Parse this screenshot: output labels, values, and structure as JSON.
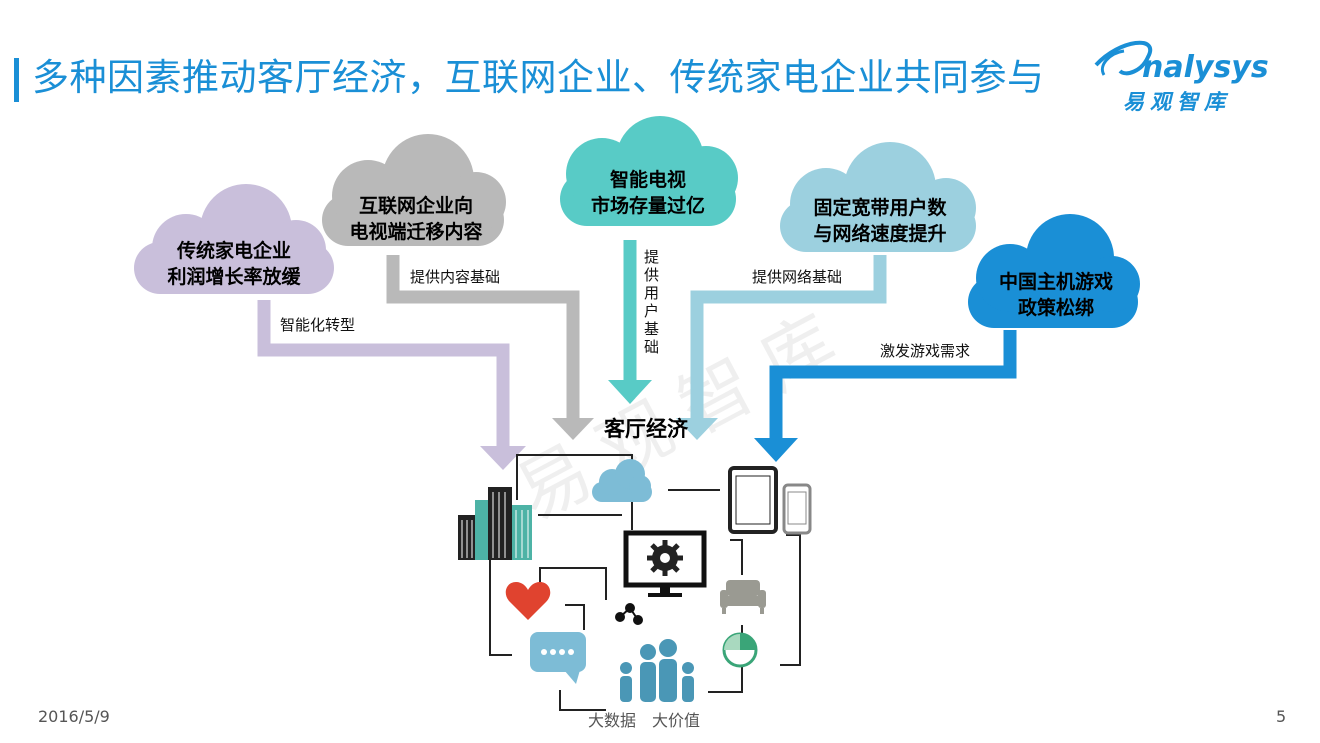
{
  "header": {
    "title": "多种因素推动客厅经济，互联网企业、传统家电企业共同参与",
    "logo_text": "nalysys",
    "logo_sub": "易观智库"
  },
  "clouds": {
    "appliance": {
      "line1": "传统家电企业",
      "line2": "利润增长率放缓",
      "color": "#c9bfdb"
    },
    "internet": {
      "line1": "互联网企业向",
      "line2": "电视端迁移内容",
      "color": "#b9b9b9"
    },
    "smart_tv": {
      "line1": "智能电视",
      "line2": "市场存量过亿",
      "color": "#58cbc6"
    },
    "broadband": {
      "line1": "固定宽带用户数",
      "line2": "与网络速度提升",
      "color": "#9cd0df"
    },
    "console": {
      "line1": "中国主机游戏",
      "line2": "政策松绑",
      "color": "#1a8fd6"
    }
  },
  "arrows": {
    "appliance": "智能化转型",
    "internet": "提供内容基础",
    "smart_tv": [
      "提",
      "供",
      "用",
      "户",
      "基",
      "础"
    ],
    "broadband": "提供网络基础",
    "console": "激发游戏需求"
  },
  "center_label": "客厅经济",
  "watermark": "易观智库",
  "footer": {
    "date": "2016/5/9",
    "center": "大数据　大价值",
    "page": "5"
  }
}
